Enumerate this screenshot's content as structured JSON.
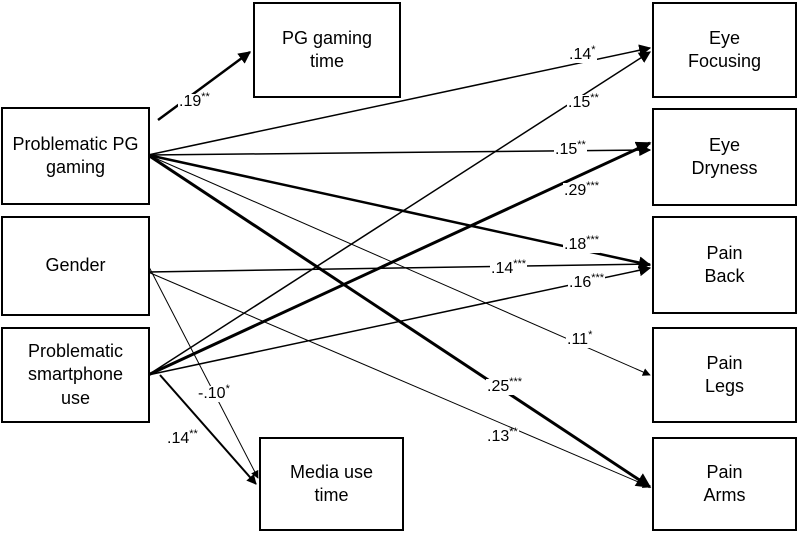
{
  "nodes": {
    "pg_gaming": {
      "label": "Problematic PG\ngaming"
    },
    "gender": {
      "label": "Gender"
    },
    "smartphone": {
      "label": "Problematic\nsmartphone\nuse"
    },
    "pg_time": {
      "label": "PG gaming\ntime"
    },
    "media_time": {
      "label": "Media use\ntime"
    },
    "eye_focusing": {
      "label": "Eye\nFocusing"
    },
    "eye_dryness": {
      "label": "Eye\nDryness"
    },
    "pain_back": {
      "label": "Pain\nBack"
    },
    "pain_legs": {
      "label": "Pain\nLegs"
    },
    "pain_arms": {
      "label": "Pain\nArms"
    }
  },
  "paths": [
    {
      "id": "pg-to-pgtime",
      "from": "pg_gaming",
      "to": "pg_time",
      "coef": ".19",
      "sig": "**"
    },
    {
      "id": "pg-to-eyefocus",
      "from": "pg_gaming",
      "to": "eye_focusing",
      "coef": ".14",
      "sig": "*"
    },
    {
      "id": "pg-to-eyedry",
      "from": "pg_gaming",
      "to": "eye_dryness",
      "coef": ".15",
      "sig": "**"
    },
    {
      "id": "pg-to-back",
      "from": "pg_gaming",
      "to": "pain_back",
      "coef": ".18",
      "sig": "***"
    },
    {
      "id": "pg-to-legs",
      "from": "pg_gaming",
      "to": "pain_legs",
      "coef": ".11",
      "sig": "*"
    },
    {
      "id": "pg-to-arms",
      "from": "pg_gaming",
      "to": "pain_arms",
      "coef": ".25",
      "sig": "***"
    },
    {
      "id": "gender-to-back",
      "from": "gender",
      "to": "pain_back",
      "coef": ".14",
      "sig": "***"
    },
    {
      "id": "gender-to-media",
      "from": "gender",
      "to": "media_time",
      "coef": "-.10",
      "sig": "*"
    },
    {
      "id": "gender-to-arms",
      "from": "gender",
      "to": "pain_arms",
      "coef": ".13",
      "sig": "**"
    },
    {
      "id": "sp-to-eyefocus",
      "from": "smartphone",
      "to": "eye_focusing",
      "coef": ".15",
      "sig": "**"
    },
    {
      "id": "sp-to-eyedry",
      "from": "smartphone",
      "to": "eye_dryness",
      "coef": ".29",
      "sig": "***"
    },
    {
      "id": "sp-to-back",
      "from": "smartphone",
      "to": "pain_back",
      "coef": ".16",
      "sig": "***"
    },
    {
      "id": "sp-to-media",
      "from": "smartphone",
      "to": "media_time",
      "coef": ".14",
      "sig": "**"
    }
  ]
}
